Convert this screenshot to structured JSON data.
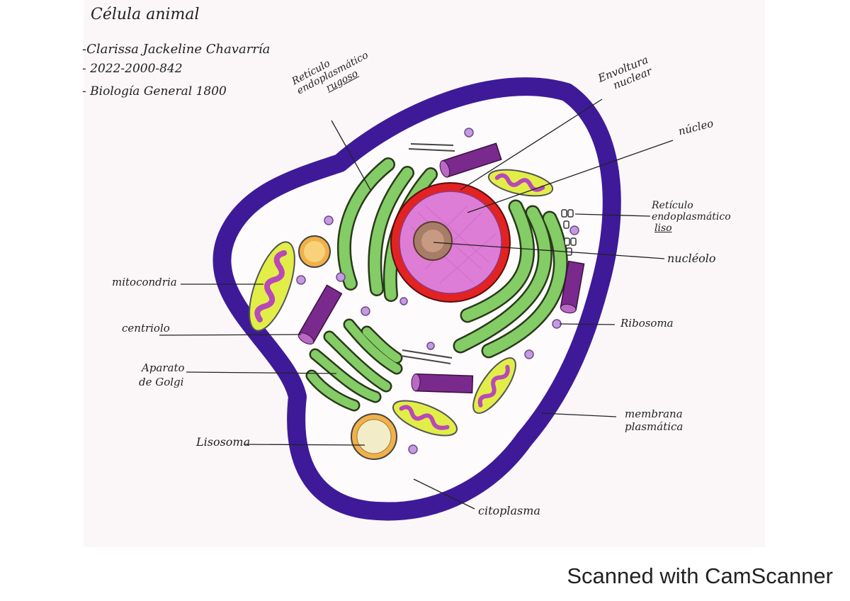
{
  "header": {
    "title": "Célula animal",
    "author": "-Clarissa Jackeline Chavarría",
    "student_id": "- 2022-2000-842",
    "course": "- Biología General 1800"
  },
  "labels": {
    "rer_line1": "Retículo",
    "rer_line2": "endoplasmático",
    "rer_line3": "rugoso",
    "envoltura_line1": "Envoltura",
    "envoltura_line2": "nuclear",
    "nucleo": "núcleo",
    "rel_line1": "Retículo",
    "rel_line2": "endoplasmático",
    "rel_line3": "liso",
    "nucleolo": "nucléolo",
    "mitocondria": "mitocondria",
    "centriolo": "centriolo",
    "golgi_line1": "Aparato",
    "golgi_line2": "de Golgi",
    "ribosoma": "Ribosoma",
    "membrana_line1": "membrana",
    "membrana_line2": "plasmática",
    "lisosoma": "Lisosoma",
    "citoplasma": "citoplasma"
  },
  "colors": {
    "membrane": "#3e1a99",
    "er": "#84cc66",
    "nuclear_envelope": "#e32222",
    "nucleus": "#dd7dd6",
    "nucleolus": "#a77d68",
    "mitochondria": "#e1ee48",
    "mito_inner": "#b948b8",
    "centriole": "#7a2a8c",
    "ribosome": "#c59ae0",
    "lysosome": "#f1b048"
  },
  "footer": {
    "scanner": "Scanned with CamScanner"
  }
}
